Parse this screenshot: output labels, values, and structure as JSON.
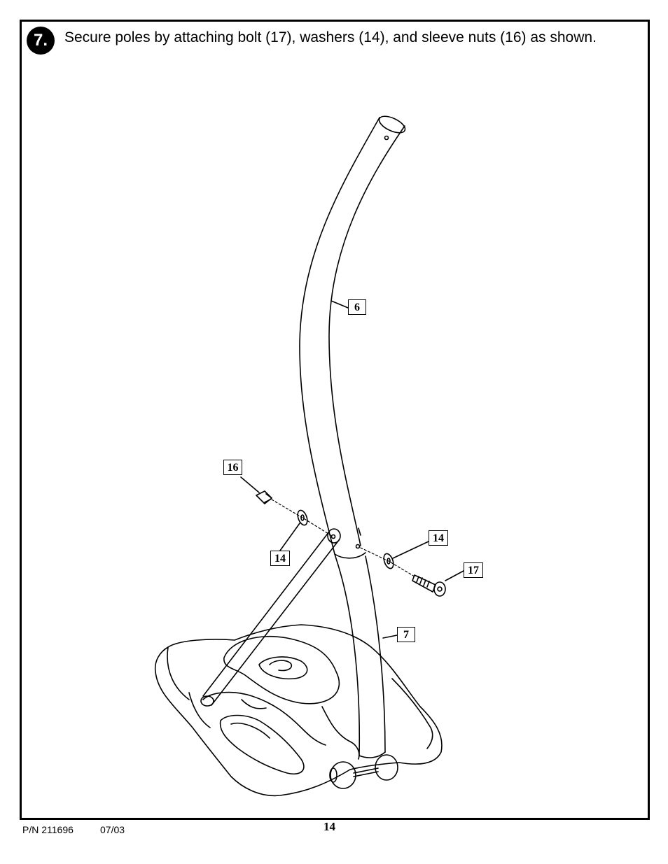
{
  "step": {
    "number": "7.",
    "instruction": "Secure poles by attaching bolt (17), washers (14), and sleeve nuts (16) as shown."
  },
  "callouts": {
    "pole_upper": "6",
    "sleeve_nut": "16",
    "washer_left": "14",
    "washer_right": "14",
    "bolt": "17",
    "pole_lower": "7"
  },
  "footer": {
    "part_number": "P/N 211696",
    "date": "07/03",
    "page_number": "14"
  }
}
